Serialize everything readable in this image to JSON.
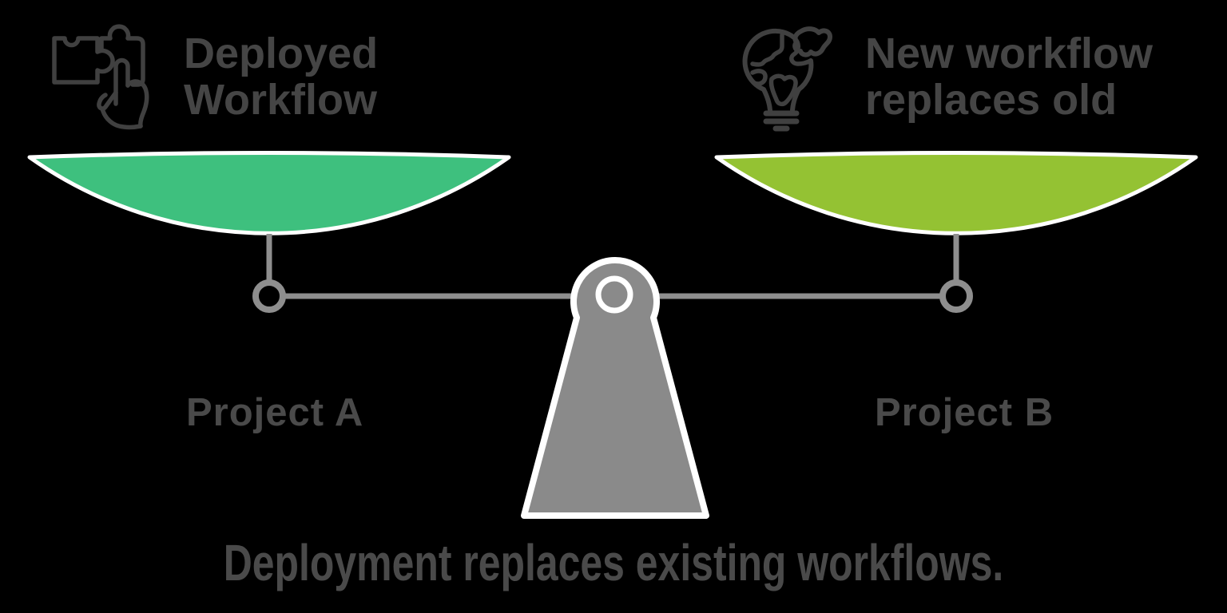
{
  "background": "#000000",
  "colors": {
    "white_outline": "#ffffff",
    "beam_gray": "#8e8e8e",
    "fulcrum_gray": "#8a8a8a",
    "icon_stroke": "#404040",
    "heading_text": "#454545",
    "label_text": "#4a4a4a"
  },
  "left": {
    "icon": "puzzle-piece-hand-icon",
    "title_line1": "Deployed",
    "title_line2": "Workflow",
    "pan_color": "#3ec07e",
    "label": "Project A"
  },
  "right": {
    "icon": "lightbulb-globe-icon",
    "title_line1": "New workflow",
    "title_line2": "replaces old",
    "pan_color": "#94c233",
    "label": "Project B"
  },
  "caption": "Deployment replaces existing workflows."
}
